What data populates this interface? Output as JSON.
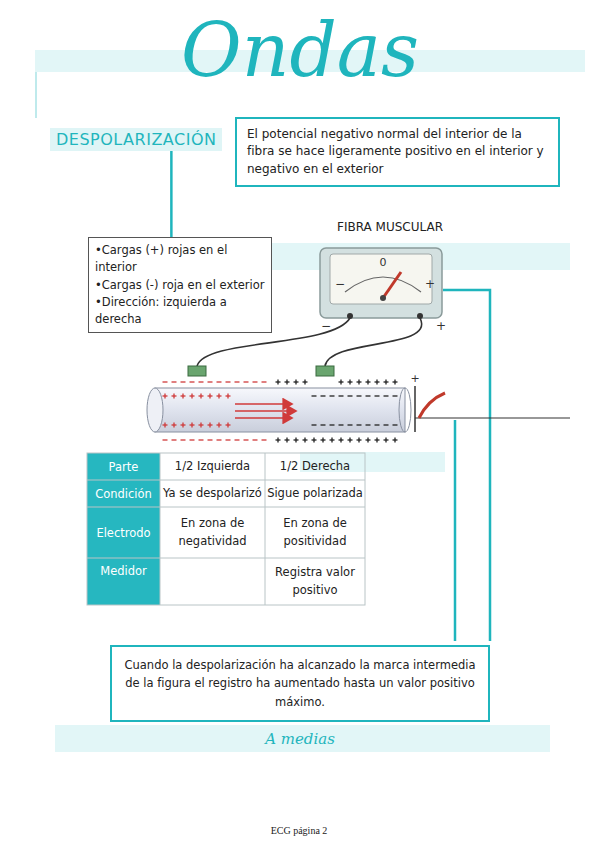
{
  "diagram": {
    "title": "Ondas",
    "nodes": [
      {
        "text": [
          "DESPOLARIZACIÓN"
        ]
      },
      {
        "text": [
          "El potencial negativo normal del interior de la fibra se hace ligeramente positivo en el interior y negativo en el exterior"
        ]
      },
      {
        "text": [
          "•Cargas (+) rojas en el interior",
          "•Cargas (-) roja en el exterior",
          "•Dirección: izquierda a derecha"
        ]
      },
      {
        "text": [
          "Cuando la despolarización ha alcanzado la marca intermedia de la figura el registro ha aumentado hasta un valor positivo máximo."
        ]
      }
    ],
    "edges": [
      {
        "from": 0,
        "to": 2,
        "arrow": "none"
      }
    ],
    "labels": [
      "FIBRA MUSCULAR",
      "0",
      "−",
      "+",
      "−",
      "+",
      "+",
      "Parte",
      "1/2 Izquierda",
      "1/2 Derecha",
      "Condición",
      "Ya se despolarizó",
      "Sigue polarizada",
      "Electrodo",
      "En zona de negatividad",
      "En zona de positividad",
      "Medidor",
      "Registra valor positivo",
      "A medias",
      "ECG página 2"
    ]
  }
}
